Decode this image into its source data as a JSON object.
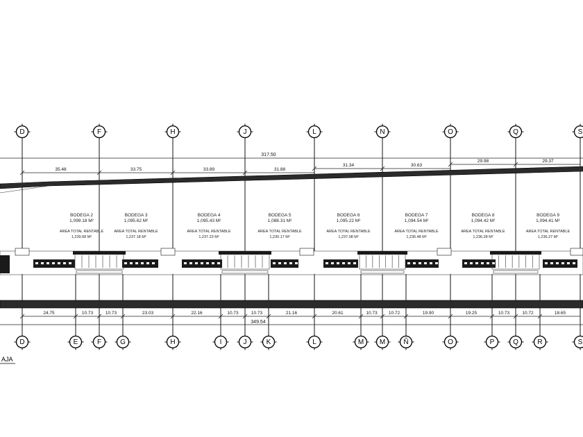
{
  "grid_top": [
    "D",
    "F",
    "H",
    "J",
    "L",
    "N",
    "O",
    "Q",
    "S"
  ],
  "grid_bottom": [
    "D",
    "E",
    "F",
    "G",
    "H",
    "I",
    "J",
    "K",
    "L",
    "M",
    "M",
    "Ñ",
    "O",
    "P",
    "Q",
    "R",
    "S"
  ],
  "dims_top_total": "317.50",
  "dims_top": [
    "35.48",
    "33.75",
    "33.89",
    "31.88",
    "31.34",
    "30.63",
    "29.98",
    "29.37"
  ],
  "dims_bottom": [
    "24.75",
    "10.73",
    "10.73",
    "23.03",
    "22.16",
    "10.73",
    "10.73",
    "21.16",
    "20.61",
    "10.73",
    "10.72",
    "19.90",
    "19.25",
    "10.73",
    "10.72",
    "18.65"
  ],
  "dims_bottom_total": "349.54",
  "bodegas": [
    {
      "name": "BODEGA 2",
      "area": "1,099.18 M²",
      "rent_label": "AREA TOTAL RENTABLE",
      "rent_area": "1,239.68 M²"
    },
    {
      "name": "BODEGA 3",
      "area": "1,095.62 M²",
      "rent_label": "AREA TOTAL RENTABLE",
      "rent_area": "1,237.18 M²"
    },
    {
      "name": "BODEGA 4",
      "area": "1,095.43 M²",
      "rent_label": "AREA TOTAL RENTABLE",
      "rent_area": "1,237.23 M²"
    },
    {
      "name": "BODEGA 5",
      "area": "1,088.31 M²",
      "rent_label": "AREA TOTAL RENTABLE",
      "rent_area": "1,230.17 M²"
    },
    {
      "name": "BODEGA 6",
      "area": "1,095.22 M²",
      "rent_label": "AREA TOTAL RENTABLE",
      "rent_area": "1,237.08 M²"
    },
    {
      "name": "BODEGA 7",
      "area": "1,094.54 M²",
      "rent_label": "AREA TOTAL RENTABLE",
      "rent_area": "1,236.48 M²"
    },
    {
      "name": "BODEGA 8",
      "area": "1,094.42 M²",
      "rent_label": "AREA TOTAL RENTABLE",
      "rent_area": "1,236.28 M²"
    },
    {
      "name": "BODEGA 9",
      "area": "1,094.41 M²",
      "rent_label": "AREA TOTAL RENTABLE",
      "rent_area": "1,236.27 M²"
    }
  ],
  "level_label": "AJA"
}
